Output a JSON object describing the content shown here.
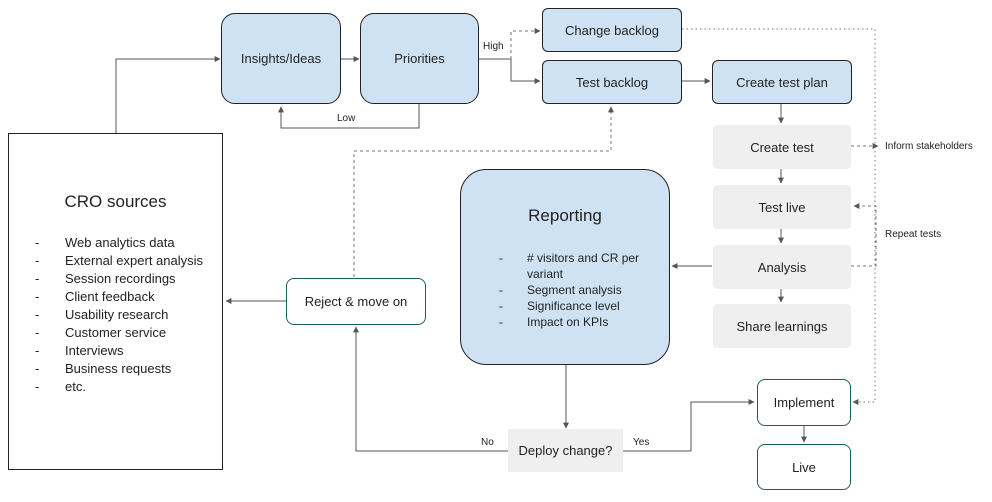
{
  "diagram": {
    "nodes": {
      "insights": "Insights/Ideas",
      "priorities": "Priorities",
      "change_backlog": "Change backlog",
      "test_backlog": "Test backlog",
      "create_test_plan": "Create test plan",
      "create_test": "Create test",
      "test_live": "Test live",
      "analysis": "Analysis",
      "share_learnings": "Share learnings",
      "reject": "Reject & move on",
      "deploy": "Deploy change?",
      "implement": "Implement",
      "live": "Live"
    },
    "cro_sources": {
      "title": "CRO sources",
      "items": [
        "Web analytics data",
        "External expert analysis",
        "Session recordings",
        "Client feedback",
        "Usability research",
        "Customer service",
        "Interviews",
        "Business requests",
        "etc."
      ]
    },
    "reporting": {
      "title": "Reporting",
      "items": [
        "# visitors and CR per variant",
        "Segment analysis",
        "Significance level",
        "Impact on KPIs"
      ]
    },
    "edge_labels": {
      "high": "High",
      "low": "Low",
      "no": "No",
      "yes": "Yes",
      "inform": "Inform stakeholders",
      "repeat": "Repeat tests"
    }
  }
}
